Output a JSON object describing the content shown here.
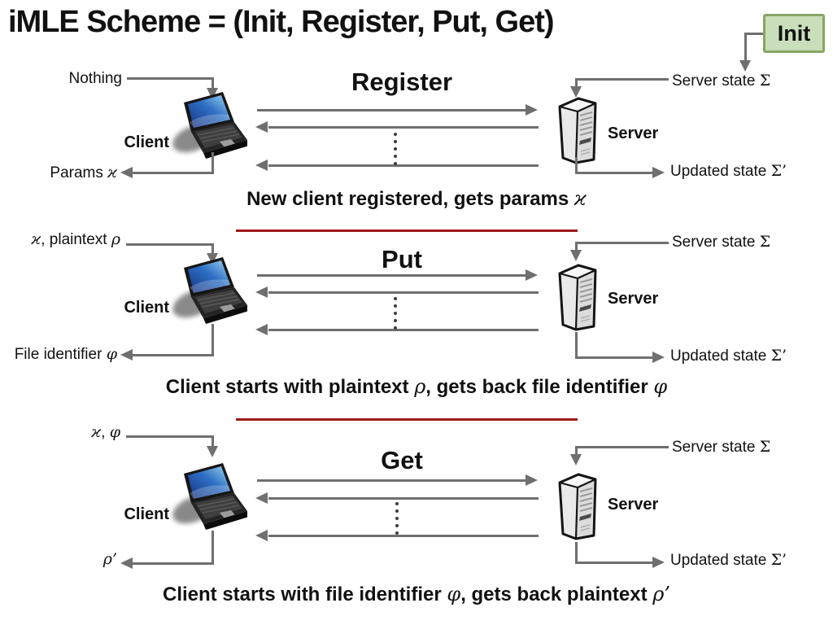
{
  "title": "iMLE Scheme = (Init, Register, Put, Get)",
  "init_box": {
    "label": "Init"
  },
  "colors": {
    "accent_red": "#9e1a1a",
    "connector_gray": "#6f6f6f",
    "init_fill": "#c9deba",
    "init_border": "#87a763"
  },
  "icons": {
    "client": "laptop-client-icon",
    "server": "server-tower-icon"
  },
  "sections": [
    {
      "heading": "Register",
      "client_label": "Client",
      "server_label": "Server",
      "input_label": "Nothing",
      "output_label": "Params ϰ",
      "server_in_label": "Server state Σ",
      "server_out_label": "Updated state Σ’",
      "caption": "New client registered, gets params ϰ"
    },
    {
      "heading": "Put",
      "client_label": "Client",
      "server_label": "Server",
      "input_label": "ϰ, plaintext ρ",
      "output_label": "File identifier φ",
      "server_in_label": "Server state Σ",
      "server_out_label": "Updated state Σ’",
      "caption": "Client starts with plaintext ρ, gets back file identifier φ"
    },
    {
      "heading": "Get",
      "client_label": "Client",
      "server_label": "Server",
      "input_label": "ϰ, φ",
      "output_label": "ρ’",
      "server_in_label": "Server state Σ",
      "server_out_label": "Updated state Σ’",
      "caption": "Client starts with file identifier φ, gets back plaintext ρ’"
    }
  ]
}
